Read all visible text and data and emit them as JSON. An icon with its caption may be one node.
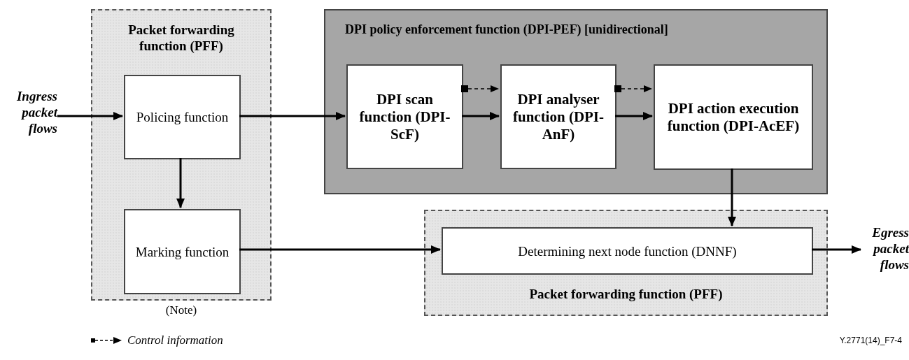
{
  "diagram": {
    "nodes": [
      {
        "text": [
          "Packet forwarding function (PFF)"
        ],
        "beside": [
          "(Note)"
        ]
      },
      {
        "text": [
          "Policing function"
        ],
        "in": 0
      },
      {
        "text": [
          "Marking function"
        ],
        "in": 0
      },
      {
        "text": [
          "DPI policy enforcement function (DPI-PEF) [unidirectional]"
        ]
      },
      {
        "text": [
          "DPI scan function (DPI-ScF)"
        ],
        "in": 3
      },
      {
        "text": [
          "DPI analyser function (DPI-AnF)"
        ],
        "in": 3
      },
      {
        "text": [
          "DPI action execution function (DPI-AcEF)"
        ],
        "in": 3
      },
      {
        "text": [
          "Packet forwarding function (PFF)"
        ]
      },
      {
        "text": [
          "Determining next node function (DNNF)"
        ],
        "in": 7
      },
      {
        "text": [
          "Ingress packet flows"
        ]
      },
      {
        "text": [
          "Egress packet flows"
        ]
      }
    ],
    "edges": [
      {
        "from": 9,
        "to": 1,
        "arrow": "to"
      },
      {
        "from": 1,
        "to": 4,
        "arrow": "to"
      },
      {
        "from": 4,
        "to": 5,
        "arrow": "to"
      },
      {
        "from": 4,
        "to": 5,
        "arrow": "to",
        "style": "dashed"
      },
      {
        "from": 5,
        "to": 6,
        "arrow": "to"
      },
      {
        "from": 5,
        "to": 6,
        "arrow": "to",
        "style": "dashed"
      },
      {
        "from": 1,
        "to": 2,
        "arrow": "to"
      },
      {
        "from": 2,
        "to": 8,
        "arrow": "to"
      },
      {
        "from": 6,
        "to": 8,
        "arrow": "to"
      },
      {
        "from": 8,
        "to": 10,
        "arrow": "to"
      }
    ],
    "labels": [
      "Y.2771(14)_F7-4"
    ],
    "legend": [
      {
        "text": "Control information"
      }
    ]
  }
}
